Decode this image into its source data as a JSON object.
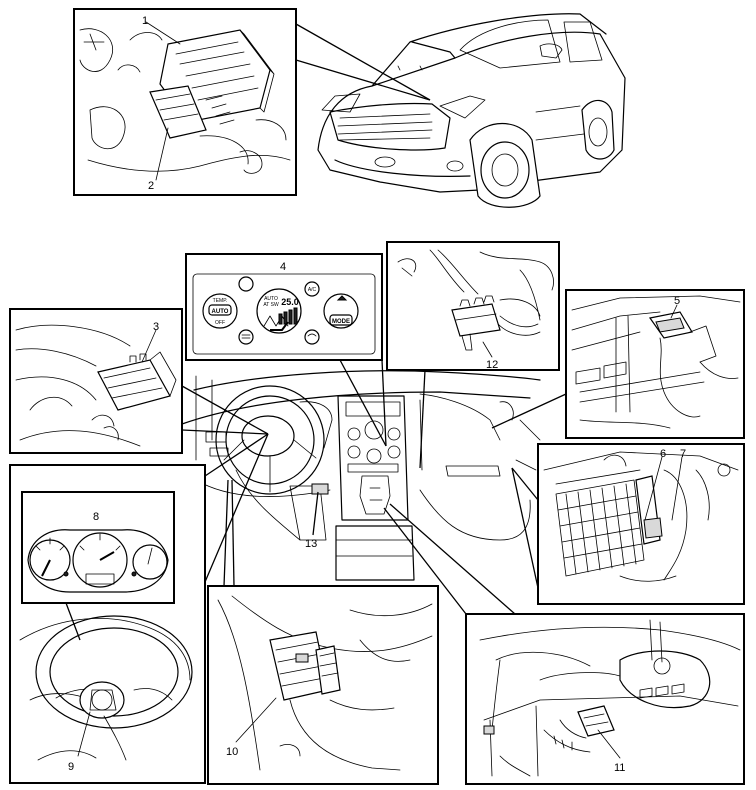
{
  "callouts": [
    {
      "id": "1",
      "label": "1"
    },
    {
      "id": "2",
      "label": "2"
    },
    {
      "id": "3",
      "label": "3"
    },
    {
      "id": "4",
      "label": "4"
    },
    {
      "id": "5",
      "label": "5"
    },
    {
      "id": "6",
      "label": "6"
    },
    {
      "id": "7",
      "label": "7"
    },
    {
      "id": "8",
      "label": "8"
    },
    {
      "id": "9",
      "label": "9"
    },
    {
      "id": "10",
      "label": "10"
    },
    {
      "id": "11",
      "label": "11"
    },
    {
      "id": "12",
      "label": "12"
    },
    {
      "id": "13",
      "label": "13"
    }
  ],
  "climate_panel": {
    "temp_label": "TEMP.",
    "auto_label": "AUTO",
    "off_label": "OFF",
    "auto_small": "AUTO",
    "aat_label": "AT SW",
    "display_value": "25.0",
    "ac_label": "A/C",
    "mode_label": "MODE"
  }
}
